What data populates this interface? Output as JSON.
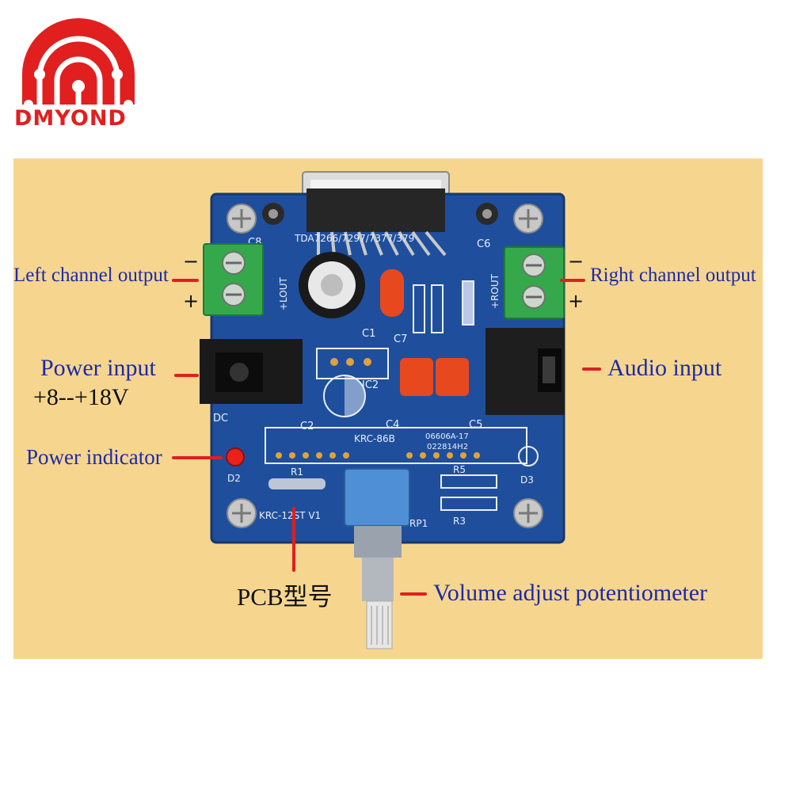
{
  "brand": {
    "name": "DMYOND",
    "color": "#e11f1f",
    "logo_icon": "circuit-arch-icon"
  },
  "annotations": {
    "left_channel_output": "Left channel output",
    "right_channel_output": "Right channel output",
    "power_input": "Power input",
    "power_voltage": "+8--+18V",
    "audio_input": "Audio input",
    "power_indicator": "Power indicator",
    "pcb_model": "PCB型号",
    "volume_adjust": "Volume adjust potentiometer"
  },
  "polarity": {
    "minus": "−",
    "plus": "+"
  },
  "silkscreen": {
    "chip": "TDA7266/7297/7377/379",
    "c8": "C8",
    "c6": "C6",
    "c1": "C1",
    "c2": "C2",
    "c4": "C4",
    "c5": "C5",
    "c7": "C7",
    "ic2": "IC2",
    "dc": "DC",
    "board_model": "KRC-86B",
    "board_code": "06606A-17",
    "board_date": "022814H2",
    "r1": "R1",
    "r3": "R3",
    "r5": "R5",
    "rp1": "RP1",
    "d2": "D2",
    "d3": "D3",
    "lout": "+LOUT",
    "rout": "+ROUT",
    "krc": "KRC-12ST V1"
  },
  "colors": {
    "panel": "#f6d68f",
    "pcb": "#1f4f9c",
    "label_text": "#1c2aa8",
    "arrow": "#e11f1f",
    "terminal_green": "#35a84b",
    "capacitor_orange": "#e8481e"
  }
}
